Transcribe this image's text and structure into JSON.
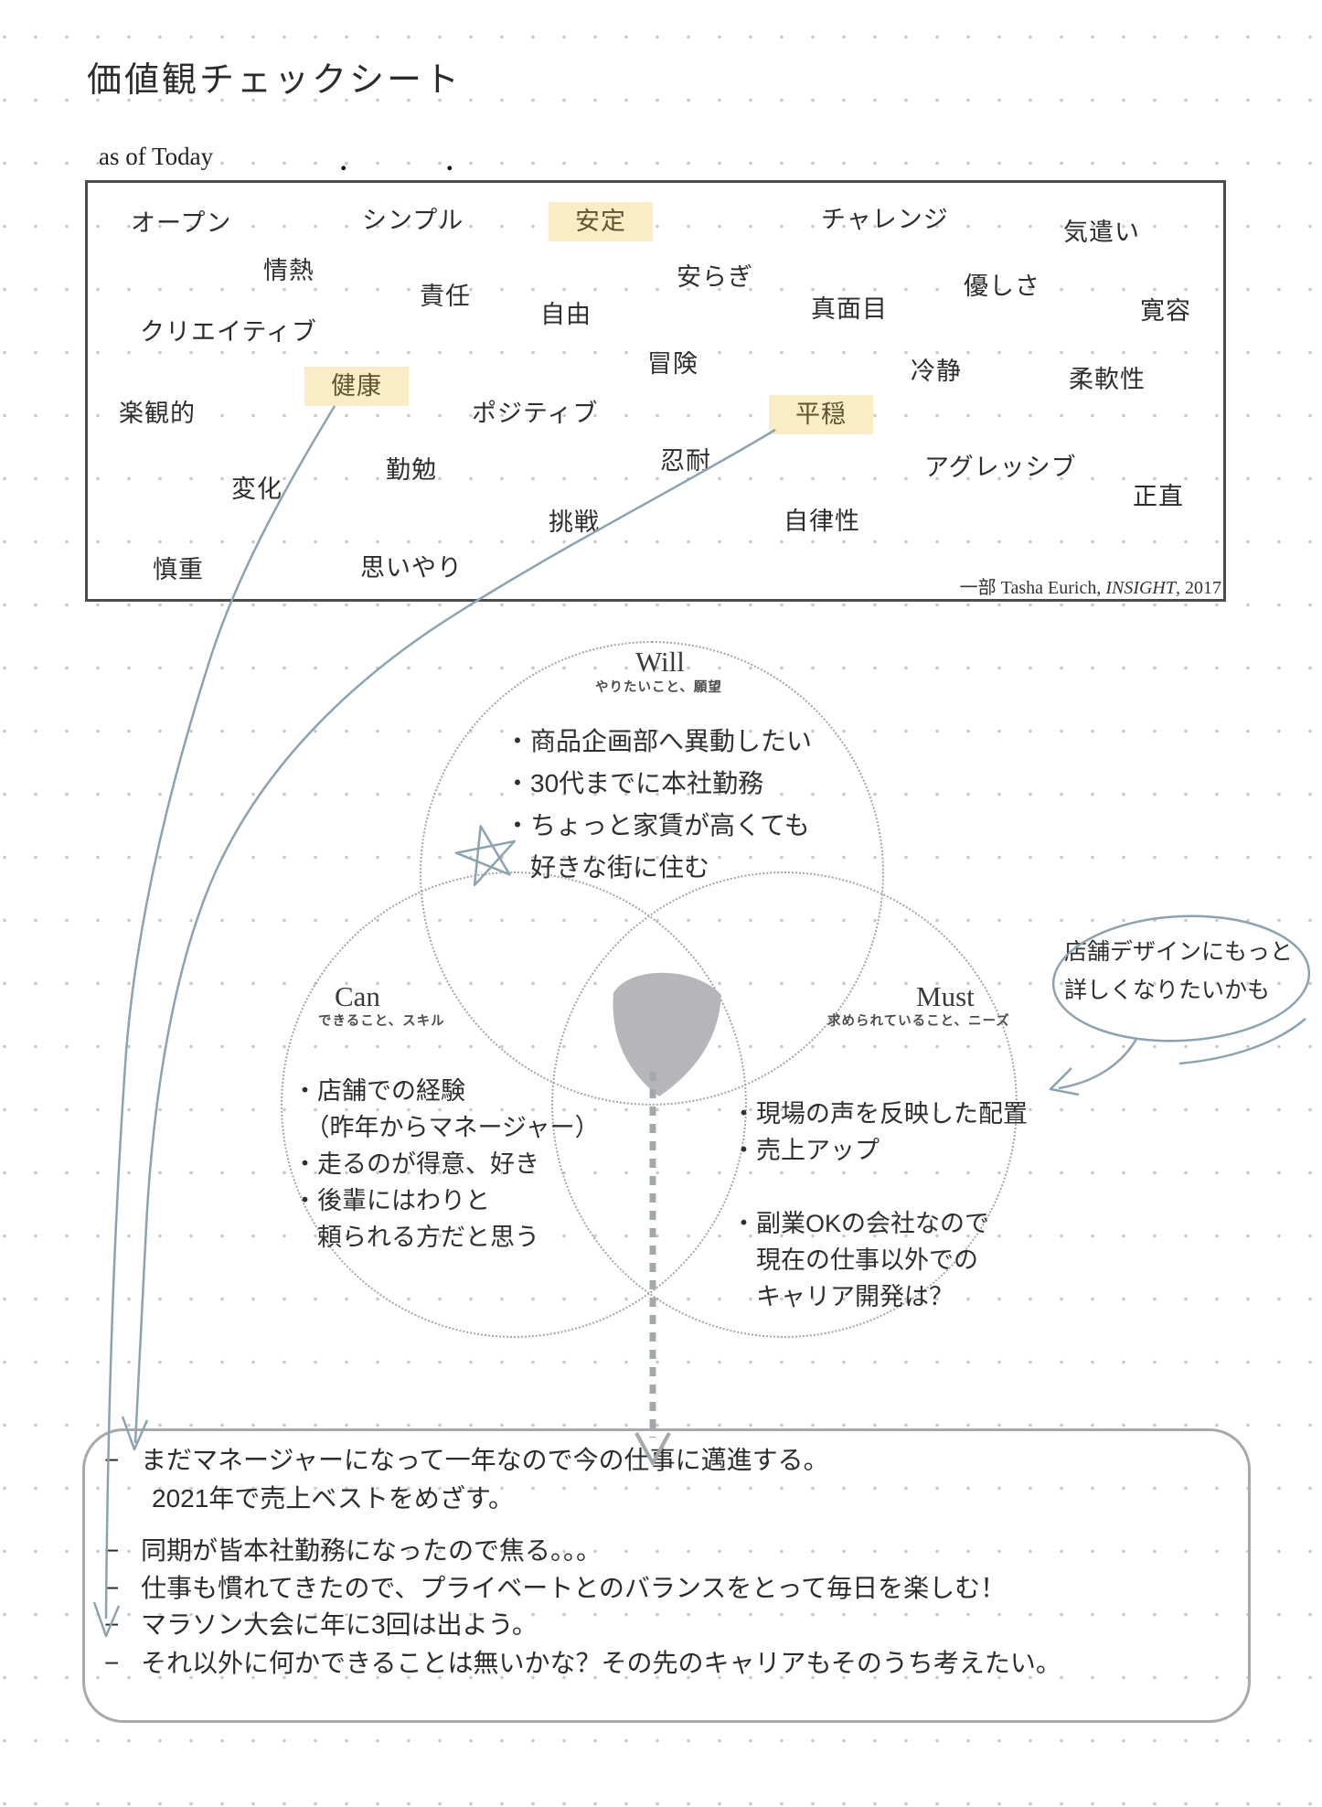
{
  "page": {
    "title": "価値観チェックシート",
    "as_of_label": "as of Today",
    "date_dot_1": ".",
    "date_dot_2": "."
  },
  "values_box": {
    "words": [
      {
        "text": "オープン",
        "highlighted": false
      },
      {
        "text": "シンプル",
        "highlighted": false
      },
      {
        "text": "安定",
        "highlighted": true
      },
      {
        "text": "チャレンジ",
        "highlighted": false
      },
      {
        "text": "気遣い",
        "highlighted": false
      },
      {
        "text": "情熱",
        "highlighted": false
      },
      {
        "text": "責任",
        "highlighted": false
      },
      {
        "text": "安らぎ",
        "highlighted": false
      },
      {
        "text": "真面目",
        "highlighted": false
      },
      {
        "text": "優しさ",
        "highlighted": false
      },
      {
        "text": "寛容",
        "highlighted": false
      },
      {
        "text": "クリエイティブ",
        "highlighted": false
      },
      {
        "text": "自由",
        "highlighted": false
      },
      {
        "text": "冒険",
        "highlighted": false
      },
      {
        "text": "冷静",
        "highlighted": false
      },
      {
        "text": "柔軟性",
        "highlighted": false
      },
      {
        "text": "健康",
        "highlighted": true
      },
      {
        "text": "楽観的",
        "highlighted": false
      },
      {
        "text": "ポジティブ",
        "highlighted": false
      },
      {
        "text": "平穏",
        "highlighted": true
      },
      {
        "text": "変化",
        "highlighted": false
      },
      {
        "text": "勤勉",
        "highlighted": false
      },
      {
        "text": "忍耐",
        "highlighted": false
      },
      {
        "text": "アグレッシブ",
        "highlighted": false
      },
      {
        "text": "正直",
        "highlighted": false
      },
      {
        "text": "慎重",
        "highlighted": false
      },
      {
        "text": "思いやり",
        "highlighted": false
      },
      {
        "text": "挑戦",
        "highlighted": false
      },
      {
        "text": "自律性",
        "highlighted": false
      }
    ],
    "attribution_prefix": "一部 Tasha Eurich, ",
    "attribution_title": "INSIGHT",
    "attribution_suffix": ", 2017"
  },
  "venn": {
    "will": {
      "label": "Will",
      "sublabel": "やりたいこと、願望",
      "items": [
        "・商品企画部へ異動したい",
        "・30代までに本社勤務",
        "・ちょっと家賃が高くても",
        "　好きな街に住む"
      ]
    },
    "can": {
      "label": "Can",
      "sublabel": "できること、スキル",
      "items": [
        "・店舗での経験",
        "　（昨年からマネージャー）",
        "・走るのが得意、好き",
        "・後輩にはわりと",
        "　頼られる方だと思う"
      ]
    },
    "must": {
      "label": "Must",
      "sublabel": "求められていること、ニーズ",
      "items": [
        "・現場の声を反映した配置",
        "・売上アップ",
        "",
        "・副業OKの会社なので",
        "　現在の仕事以外での",
        "　キャリア開発は？"
      ]
    }
  },
  "bubble": {
    "line1": "店舗デザインにもっと",
    "line2": "詳しくなりたいかも"
  },
  "bottom_box": {
    "lines": [
      {
        "dash": "−",
        "indent": false,
        "text": "まだマネージャーになって一年なので今の仕事に邁進する。"
      },
      {
        "dash": "",
        "indent": true,
        "text": "2021年で売上ベストをめざす。"
      },
      {
        "dash": "−",
        "indent": false,
        "text": "同期が皆本社勤務になったので焦る。。。"
      },
      {
        "dash": "−",
        "indent": false,
        "text": "仕事も慣れてきたので、プライベートとのバランスをとって毎日を楽しむ！"
      },
      {
        "dash": "−",
        "indent": false,
        "text": "マラソン大会に年に3回は出よう。"
      },
      {
        "dash": "−",
        "indent": false,
        "text": "それ以外に何かできることは無いかな？その先のキャリアもそのうち考えたい。"
      }
    ]
  },
  "colors": {
    "highlight_bg": "#faecc5",
    "highlight_text": "#5c5430",
    "ink": "#2d2d2d",
    "annotation_blue_gray": "#8ba3b0",
    "venn_center_gray": "#b6b6ba"
  }
}
